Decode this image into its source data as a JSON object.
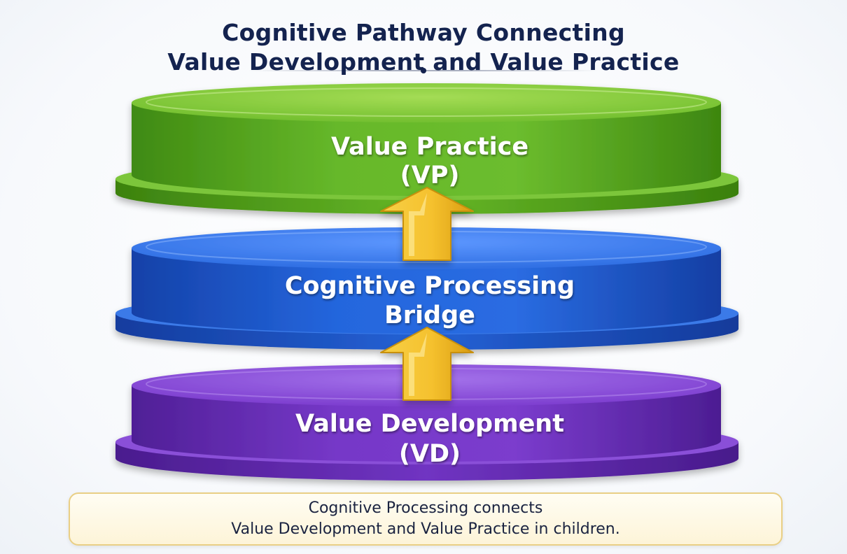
{
  "title": {
    "line1": "Cognitive Pathway Connecting",
    "line2": "Value Development and Value Practice"
  },
  "tiers": [
    {
      "id": "top",
      "label_line1": "Value Practice",
      "label_line2": "(VP)",
      "color": "#5fb01f"
    },
    {
      "id": "middle",
      "label_line1": "Cognitive Processing",
      "label_line2": "Bridge",
      "color": "#1f5fd6"
    },
    {
      "id": "bottom",
      "label_line1": "Value Development",
      "label_line2": "(VD)",
      "color": "#7234c4"
    }
  ],
  "arrows": {
    "color": "#f5c12e",
    "icon": "arrow-up-icon"
  },
  "caption": {
    "line1": "Cognitive Processing connects",
    "line2": "Value Development and Value Practice in children."
  }
}
